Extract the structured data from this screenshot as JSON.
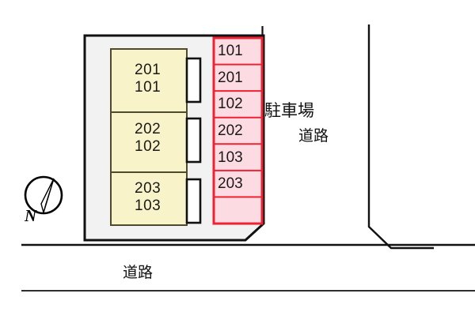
{
  "figure": {
    "kind": "property-site-plan",
    "colors": {
      "lot_fill": "#f2f2f2",
      "lot_stroke": "#000000",
      "building_fill": "#f8f3c8",
      "building_stroke": "#5a5633",
      "parking_fill": "#fcdce2",
      "parking_stroke": "#ee2233",
      "balcony_fill": "#ffffff",
      "balcony_stroke": "#000000",
      "road_line": "#111111",
      "text": "#1a1a1a"
    }
  },
  "building": {
    "name": "apartment-building",
    "units": [
      {
        "upper": "201",
        "lower": "101"
      },
      {
        "upper": "202",
        "lower": "102"
      },
      {
        "upper": "203",
        "lower": "103"
      }
    ]
  },
  "parking": {
    "title": "駐車場",
    "stalls": [
      {
        "label": "101"
      },
      {
        "label": "201"
      },
      {
        "label": "102"
      },
      {
        "label": "202"
      },
      {
        "label": "103"
      },
      {
        "label": "203"
      },
      {
        "label": ""
      }
    ]
  },
  "roads": [
    {
      "name": "road-east",
      "label": "道路"
    },
    {
      "name": "road-south",
      "label": "道路"
    }
  ],
  "compass": {
    "label": "N"
  }
}
